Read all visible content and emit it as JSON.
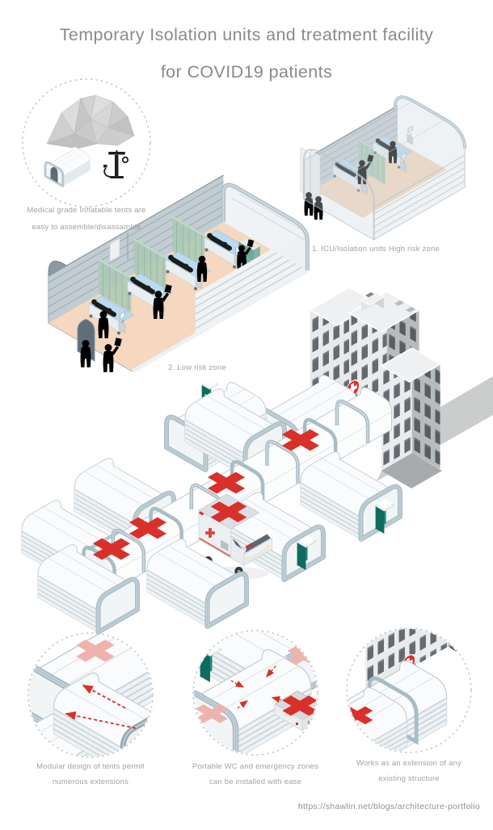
{
  "title": {
    "line1": "Temporary Isolation units and treatment facility",
    "line2": "for COVID19 patients"
  },
  "callouts": {
    "inflatable": {
      "line1": "Medical grade Inflatable tents are",
      "line2": "easy to assemble/disassamble"
    },
    "icu": {
      "label": "1. ICU/Isolation units High risk zone"
    },
    "low_risk": {
      "label": "2. Low risk zone"
    },
    "modular": {
      "line1": "Modular design of tents permit",
      "line2": "numerous extensions"
    },
    "portable_wc": {
      "line1": "Portable WC and emergency zones",
      "line2": "can be installed with ease"
    },
    "extension": {
      "line1": "Works as an extension of any",
      "line2": "existing structure"
    }
  },
  "footer": {
    "url": "https://shawlin.net/blogs/architecture-portfolio"
  },
  "icons": {
    "red_cross": "red-cross-icon",
    "portable_wc": "portable-wc-icon",
    "ambulance": "ambulance-icon",
    "air_pump": "air-pump-icon"
  },
  "palette": {
    "red_cross": "#d9302a",
    "pale_cross": "#efb3ad",
    "teal_wc": "#1f9486",
    "tent_band": "#a9bcc6",
    "floor_tan": "#f5d8bf",
    "partition_green": "#abc8b5",
    "bed_blue": "#badaf0",
    "title_gray": "#8a8a8a",
    "caption_gray": "#a2a2a2"
  }
}
